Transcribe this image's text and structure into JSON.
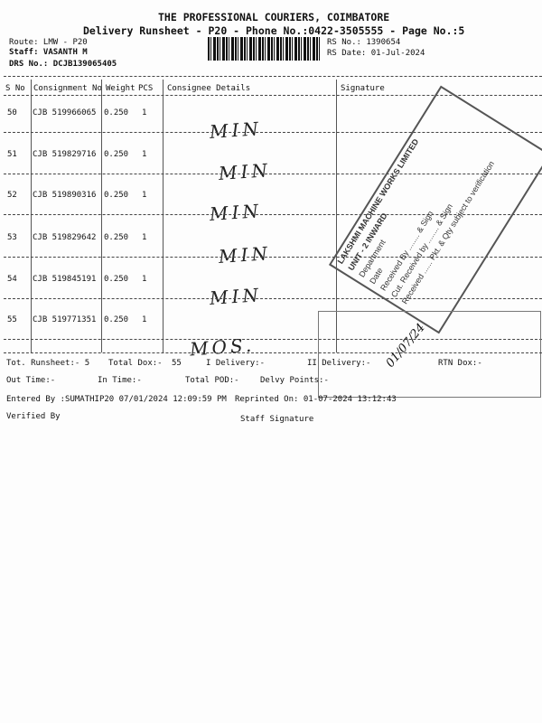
{
  "header": {
    "company": "THE PROFESSIONAL COURIERS, COIMBATORE",
    "subtitle": "Delivery Runsheet - P20 - Phone No.:0422-3505555 - Page No.:5",
    "route": "Route: LMW - P20",
    "staff": "Staff: VASANTH M",
    "drs": "DRS No.: DCJB139065405",
    "rs_no": "RS No.: 1390654",
    "rs_date": "RS Date: 01-Jul-2024"
  },
  "table": {
    "columns": [
      "S No",
      "Consignment No",
      "Weight",
      "PCS",
      "Consignee Details",
      "Signature"
    ],
    "rows": [
      {
        "sno": "50",
        "cons": "CJB 519966065",
        "weight": "0.250",
        "pcs": "1",
        "hand": "MIN"
      },
      {
        "sno": "51",
        "cons": "CJB 519829716",
        "weight": "0.250",
        "pcs": "1",
        "hand": "MIN"
      },
      {
        "sno": "52",
        "cons": "CJB 519890316",
        "weight": "0.250",
        "pcs": "1",
        "hand": "MIN"
      },
      {
        "sno": "53",
        "cons": "CJB 519829642",
        "weight": "0.250",
        "pcs": "1",
        "hand": "MIN"
      },
      {
        "sno": "54",
        "cons": "CJB 519845191",
        "weight": "0.250",
        "pcs": "1",
        "hand": "MIN"
      },
      {
        "sno": "55",
        "cons": "CJB 519771351",
        "weight": "0.250",
        "pcs": "1",
        "hand": "MOS."
      }
    ]
  },
  "footer": {
    "tot_runsheet": "Tot. Runsheet:- 5",
    "total_dox": "Total Dox:-",
    "total_dox_val": "55",
    "i_delivery": "I Delivery:-",
    "ii_delivery": "II Delivery:-",
    "rtn_dox": "RTN Dox:-",
    "out_time": "Out Time:-",
    "in_time": "In Time:-",
    "total_pod": "Total POD:-",
    "delvy_points": "Delvy Points:-",
    "entered_by": "Entered By :SUMATHIP20 07/01/2024 12:09:59 PM",
    "reprinted": "Reprinted On: 01-07-2024 13:12:43",
    "verified_by": "Verified By",
    "staff_signature": "Staff Signature"
  },
  "stamp": {
    "line1": "LAKSHMI MACHINE WORKS LIMITED",
    "line2": "UNIT - 2 INWARD",
    "line3": "Department",
    "line4": "Date",
    "line5": "Received By ........ & Sign",
    "line6": "Cut. Received by ........ & Sign",
    "line7": "Received ...... Pkt. & Qty subject to verification"
  },
  "handwritten_date": "01/07/24"
}
